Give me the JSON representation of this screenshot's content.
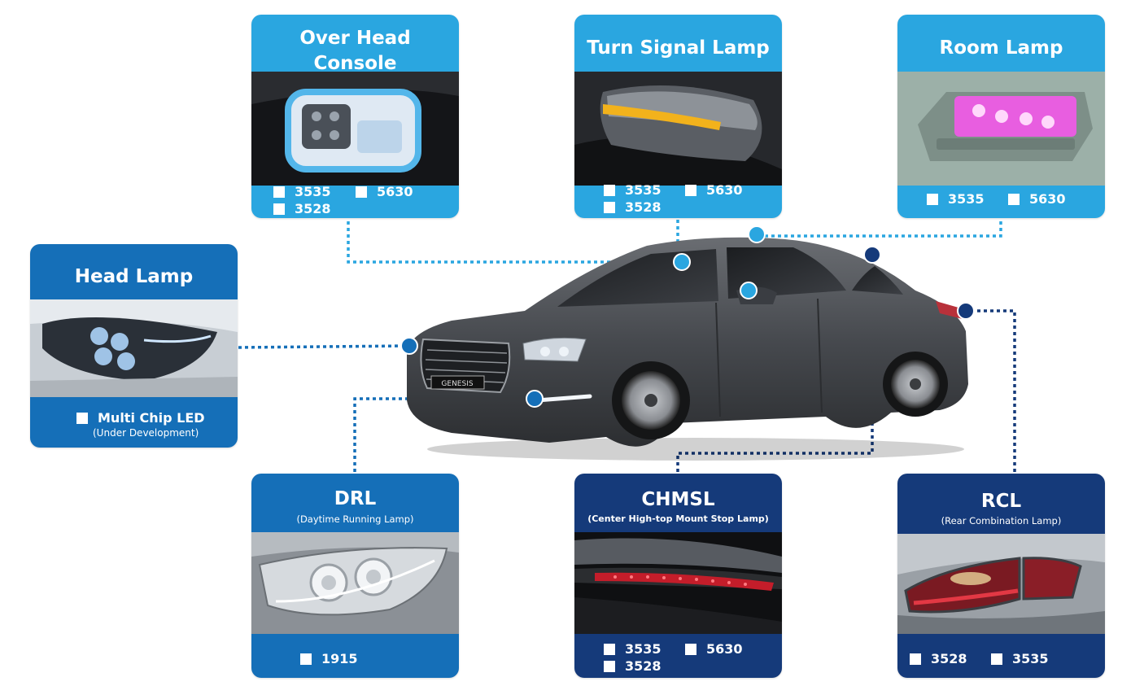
{
  "diagram": {
    "cards": {
      "overhead": {
        "title": "Over Head Console Lamp",
        "options": [
          "3535",
          "5630",
          "3528"
        ],
        "photo_icon": "overhead-console-icon"
      },
      "turn_signal": {
        "title": "Turn Signal Lamp",
        "options": [
          "3535",
          "5630",
          "3528"
        ],
        "photo_icon": "side-mirror-icon"
      },
      "room": {
        "title": "Room Lamp",
        "options": [
          "3535",
          "5630"
        ],
        "photo_icon": "room-lamp-icon"
      },
      "head": {
        "title": "Head Lamp",
        "options": [
          "Multi Chip LED"
        ],
        "note": "(Under Development)",
        "photo_icon": "headlamp-icon"
      },
      "drl": {
        "title": "DRL",
        "subtitle": "(Daytime Running Lamp)",
        "options": [
          "1915"
        ],
        "photo_icon": "drl-headlamp-icon"
      },
      "chmsl": {
        "title": "CHMSL",
        "subtitle": "(Center High-top Mount Stop Lamp)",
        "options": [
          "3535",
          "5630",
          "3528"
        ],
        "photo_icon": "stop-lamp-icon"
      },
      "rcl": {
        "title": "RCL",
        "subtitle": "(Rear Combination Lamp)",
        "options": [
          "3528",
          "3535"
        ],
        "photo_icon": "tail-lamp-icon"
      }
    },
    "car": {
      "badge": "GENESIS",
      "icon": "sedan-car-icon"
    },
    "colors": {
      "light_blue": "#2aa6e0",
      "mid_blue": "#156fb8",
      "dark_blue": "#153a7a",
      "car_body": "#4a4d52"
    }
  }
}
